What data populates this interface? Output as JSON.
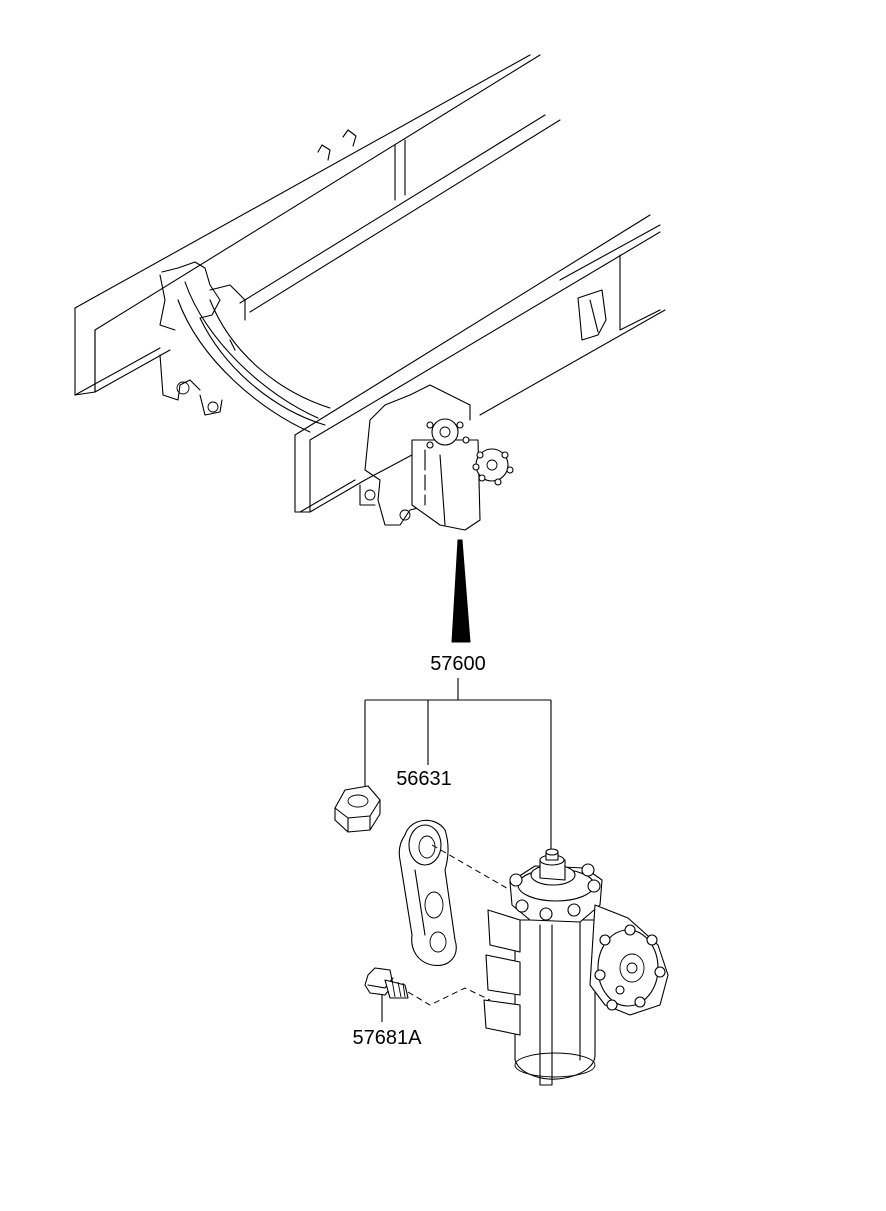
{
  "labels": {
    "assembly": "57600",
    "pitman_arm": "56631",
    "bolt": "57681A"
  }
}
